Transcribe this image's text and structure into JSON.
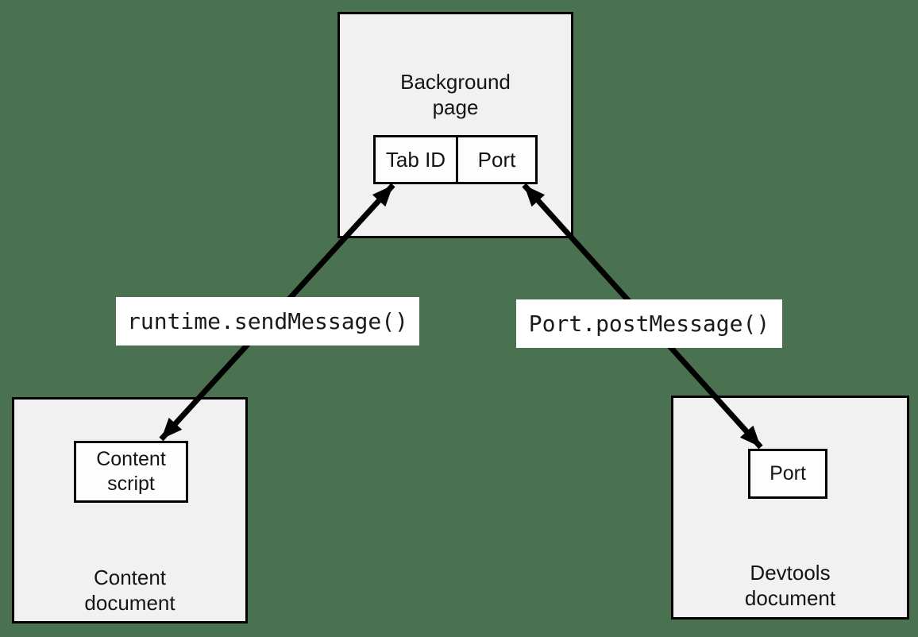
{
  "colors": {
    "page_background": "#4A7150",
    "outer_box_fill": "#f1f1f1",
    "inner_box_fill": "#fdfdfd",
    "label_fill": "#ffffff",
    "line_color": "#000000"
  },
  "diagram": {
    "background_page": {
      "title": "Background page",
      "cells": {
        "tab_id": "Tab ID",
        "port": "Port"
      }
    },
    "content_document": {
      "title": "Content document",
      "inner_box": "Content script"
    },
    "devtools_document": {
      "title": "Devtools document",
      "inner_box": "Port"
    },
    "arrow_labels": {
      "left": "runtime.sendMessage()",
      "right": "Port.postMessage()"
    }
  }
}
